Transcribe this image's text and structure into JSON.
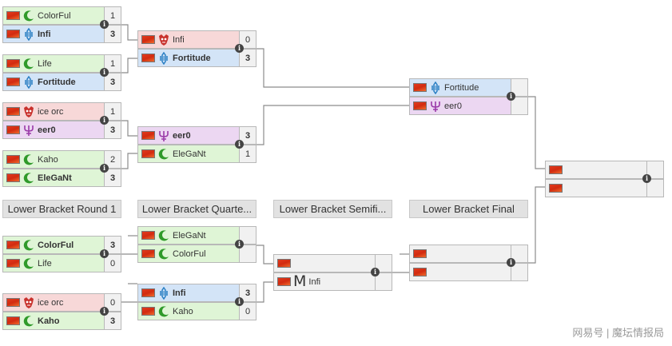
{
  "round_headers": [
    "Lower Bracket Round 1",
    "Lower Bracket Quarte...",
    "Lower Bracket Semifi...",
    "Lower Bracket Final"
  ],
  "matches": {
    "ub1": [
      {
        "name": "ColorFul",
        "race": "zerg",
        "score": "1",
        "bold": false
      },
      {
        "name": "Infi",
        "race": "protoss",
        "score": "3",
        "bold": true
      }
    ],
    "ub2": [
      {
        "name": "Life",
        "race": "zerg",
        "score": "1",
        "bold": false
      },
      {
        "name": "Fortitude",
        "race": "protoss",
        "score": "3",
        "bold": true
      }
    ],
    "ub3": [
      {
        "name": "ice orc",
        "race": "terran",
        "score": "1",
        "bold": false
      },
      {
        "name": "eer0",
        "race": "random",
        "score": "3",
        "bold": true
      }
    ],
    "ub4": [
      {
        "name": "Kaho",
        "race": "zerg",
        "score": "2",
        "bold": false
      },
      {
        "name": "EleGaNt",
        "race": "zerg",
        "score": "3",
        "bold": true
      }
    ],
    "usf1": [
      {
        "name": "Infi",
        "race": "terran",
        "score": "0",
        "bold": false
      },
      {
        "name": "Fortitude",
        "race": "protoss",
        "score": "3",
        "bold": true
      }
    ],
    "usf2": [
      {
        "name": "eer0",
        "race": "random",
        "score": "3",
        "bold": true
      },
      {
        "name": "EleGaNt",
        "race": "zerg",
        "score": "1",
        "bold": false
      }
    ],
    "uf": [
      {
        "name": "Fortitude",
        "race": "protoss",
        "score": "",
        "bold": false
      },
      {
        "name": "eer0",
        "race": "random",
        "score": "",
        "bold": false
      }
    ],
    "gf": [
      {
        "name": "",
        "race": "none",
        "score": "",
        "bold": false
      },
      {
        "name": "",
        "race": "none",
        "score": "",
        "bold": false
      }
    ],
    "lr1a": [
      {
        "name": "ColorFul",
        "race": "zerg",
        "score": "3",
        "bold": true
      },
      {
        "name": "Life",
        "race": "zerg",
        "score": "0",
        "bold": false
      }
    ],
    "lr1b": [
      {
        "name": "ice orc",
        "race": "terran",
        "score": "0",
        "bold": false
      },
      {
        "name": "Kaho",
        "race": "zerg",
        "score": "3",
        "bold": true
      }
    ],
    "lqfa": [
      {
        "name": "EleGaNt",
        "race": "zerg",
        "score": "",
        "bold": false
      },
      {
        "name": "ColorFul",
        "race": "zerg",
        "score": "",
        "bold": false
      }
    ],
    "lqfb": [
      {
        "name": "Infi",
        "race": "protoss",
        "score": "3",
        "bold": true
      },
      {
        "name": "Kaho",
        "race": "zerg",
        "score": "0",
        "bold": false
      }
    ],
    "lsf": [
      {
        "name": "",
        "race": "none",
        "score": "",
        "bold": false
      },
      {
        "name": "Infi",
        "race": "mletter",
        "letter": "M",
        "score": "",
        "bold": false
      }
    ],
    "lf": [
      {
        "name": "",
        "race": "none",
        "score": "",
        "bold": false
      },
      {
        "name": "",
        "race": "none",
        "score": "",
        "bold": false
      }
    ]
  },
  "info_label": "i",
  "watermark": "网易号 | 魔坛情报局",
  "colors": {
    "zerg_bg": "#dff5d6",
    "protoss_bg": "#d3e4f7",
    "terran_bg": "#f7d8d8",
    "random_bg": "#ecd7f2",
    "line": "#8c8c8c"
  },
  "icons": {
    "zerg": "crescent-icon",
    "protoss": "protoss-pylon-icon",
    "terran": "terran-skull-icon",
    "random": "random-fork-icon",
    "flag": "china-flag-icon"
  }
}
